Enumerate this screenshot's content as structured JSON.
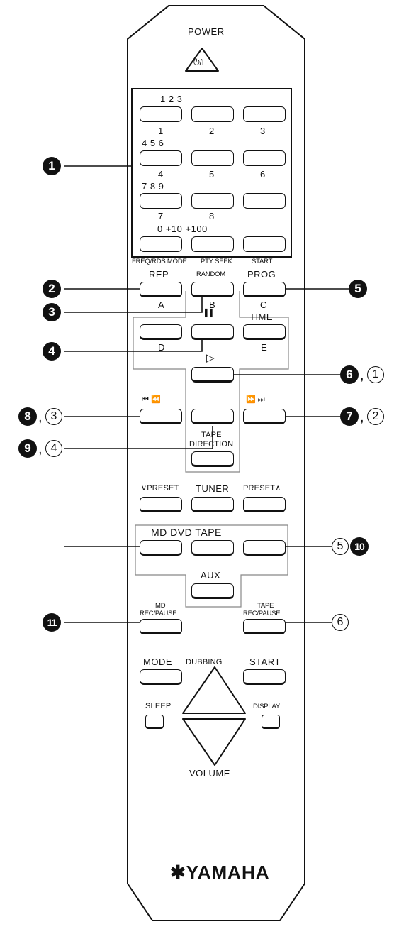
{
  "power": {
    "label": "POWER",
    "symbol": "⏻/I"
  },
  "numeric": {
    "row1": {
      "above": "1 2 3",
      "below": [
        "1",
        "2",
        "3"
      ]
    },
    "row2": {
      "above": "4 5 6",
      "below": [
        "4",
        "5",
        "6"
      ]
    },
    "row3": {
      "above": "7 8 9",
      "below": [
        "7",
        "8",
        ""
      ]
    },
    "row4": {
      "above": "0 +10 +100"
    }
  },
  "function_row": {
    "top_caption_1": "FREQ/RDS MODE",
    "top_caption_2": "PTY SEEK",
    "top_caption_3": "START",
    "rep": "REP",
    "random": "RANDOM",
    "prog": "PROG",
    "a": "A",
    "b": "B",
    "c": "C"
  },
  "row_d": {
    "d": "D",
    "e": "E",
    "time": "TIME"
  },
  "transport": {
    "pause_symbol": "▌▌",
    "play_symbol": "▷",
    "stop_symbol": "□",
    "skip_back_symbol": "⏮ ⏪",
    "skip_fwd_symbol": "⏩ ⏭",
    "tape_direction_1": "TAPE",
    "tape_direction_2": "DIRECTION"
  },
  "tuner": {
    "preset_down": "∨PRESET",
    "tuner": "TUNER",
    "preset_up": "PRESET∧"
  },
  "source": {
    "md_dvd_tape": "MD DVD TAPE",
    "aux": "AUX"
  },
  "rec": {
    "md_1": "MD",
    "md_2": "REC/PAUSE",
    "tape_1": "TAPE",
    "tape_2": "REC/PAUSE"
  },
  "dubbing": {
    "mode": "MODE",
    "dubbing": "DUBBING",
    "start": "START"
  },
  "volume": {
    "sleep": "SLEEP",
    "display": "DISPLAY",
    "volume": "VOLUME"
  },
  "brand": {
    "logo": "✱YAMAHA"
  },
  "callouts": {
    "c1": "1",
    "c2": "2",
    "c3": "3",
    "c4": "4",
    "c5": "5",
    "c6": "6",
    "c7": "7",
    "c8": "8",
    "c9": "9",
    "c10": "10",
    "c11": "11",
    "o1": "1",
    "o2": "2",
    "o3": "3",
    "o4": "4",
    "o5": "5",
    "o6": "6",
    "comma": ","
  }
}
